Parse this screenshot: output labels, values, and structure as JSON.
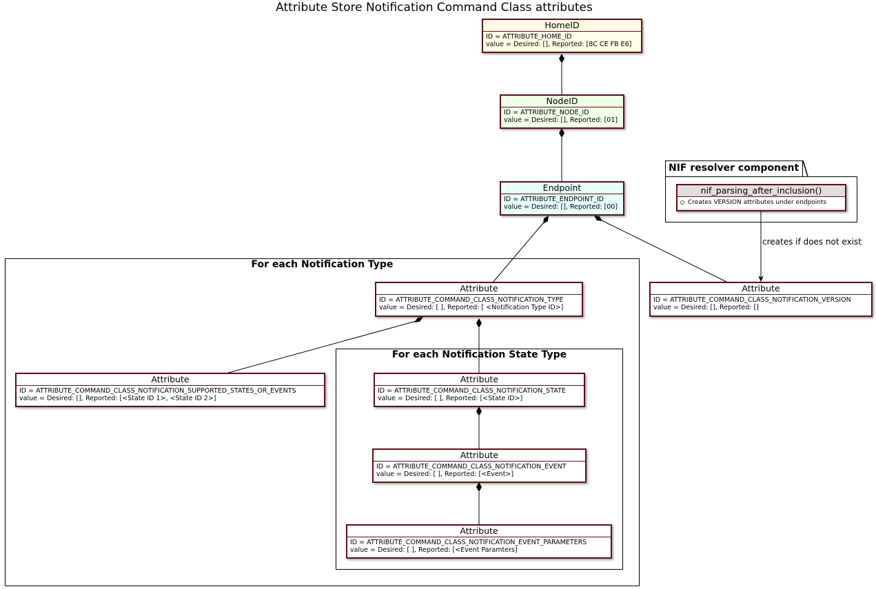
{
  "title": "Attribute Store Notification Command Class attributes",
  "frames": {
    "notification_type": "For each Notification Type",
    "notification_state_type": "For each Notification State Type"
  },
  "package": {
    "name": "NIF resolver component",
    "class_name": "nif_parsing_after_inclusion()",
    "method": "Creates VERSION attributes under endpoints"
  },
  "edge_label": "creates if does not exist",
  "colors": {
    "border": "#5a0f17",
    "homeid_bg": "#fffbe6",
    "nodeid_bg": "#f1ffe6",
    "endpoint_bg": "#e6fff9",
    "class_bg": "#e2dede"
  },
  "nodes": {
    "homeid": {
      "header": "HomeID",
      "id_line": "ID = ATTRIBUTE_HOME_ID",
      "value_line": "value = Desired: [], Reported: [8C CE FB E6]"
    },
    "nodeid": {
      "header": "NodeID",
      "id_line": "ID = ATTRIBUTE_NODE_ID",
      "value_line": "value = Desired: [], Reported: [01]"
    },
    "endpoint": {
      "header": "Endpoint",
      "id_line": "ID = ATTRIBUTE_ENDPOINT_ID",
      "value_line": "value = Desired: [], Reported: [00]"
    },
    "version": {
      "header": "Attribute",
      "id_line": "ID = ATTRIBUTE_COMMAND_CLASS_NOTIFICATION_VERSION",
      "value_line": "value = Desired: [], Reported: []"
    },
    "type": {
      "header": "Attribute",
      "id_line": "ID = ATTRIBUTE_COMMAND_CLASS_NOTIFICATION_TYPE",
      "value_line": "value = Desired: [ ], Reported: [ <Notification Type ID>]"
    },
    "supported": {
      "header": "Attribute",
      "id_line": "ID = ATTRIBUTE_COMMAND_CLASS_NOTIFICATION_SUPPORTED_STATES_OR_EVENTS",
      "value_line": "value = Desired: [], Reported: [<State ID 1>, <State ID 2>]"
    },
    "state": {
      "header": "Attribute",
      "id_line": "ID = ATTRIBUTE_COMMAND_CLASS_NOTIFICATION_STATE",
      "value_line": "value = Desired: [ ], Reported: [<State ID>]"
    },
    "event": {
      "header": "Attribute",
      "id_line": "ID = ATTRIBUTE_COMMAND_CLASS_NOTIFICATION_EVENT",
      "value_line": "value = Desired: [ ], Reported: [<Event>]"
    },
    "event_params": {
      "header": "Attribute",
      "id_line": "ID = ATTRIBUTE_COMMAND_CLASS_NOTIFICATION_EVENT_PARAMETERS",
      "value_line": "value = Desired: [ ], Reported: [<Event Paramters]"
    }
  }
}
